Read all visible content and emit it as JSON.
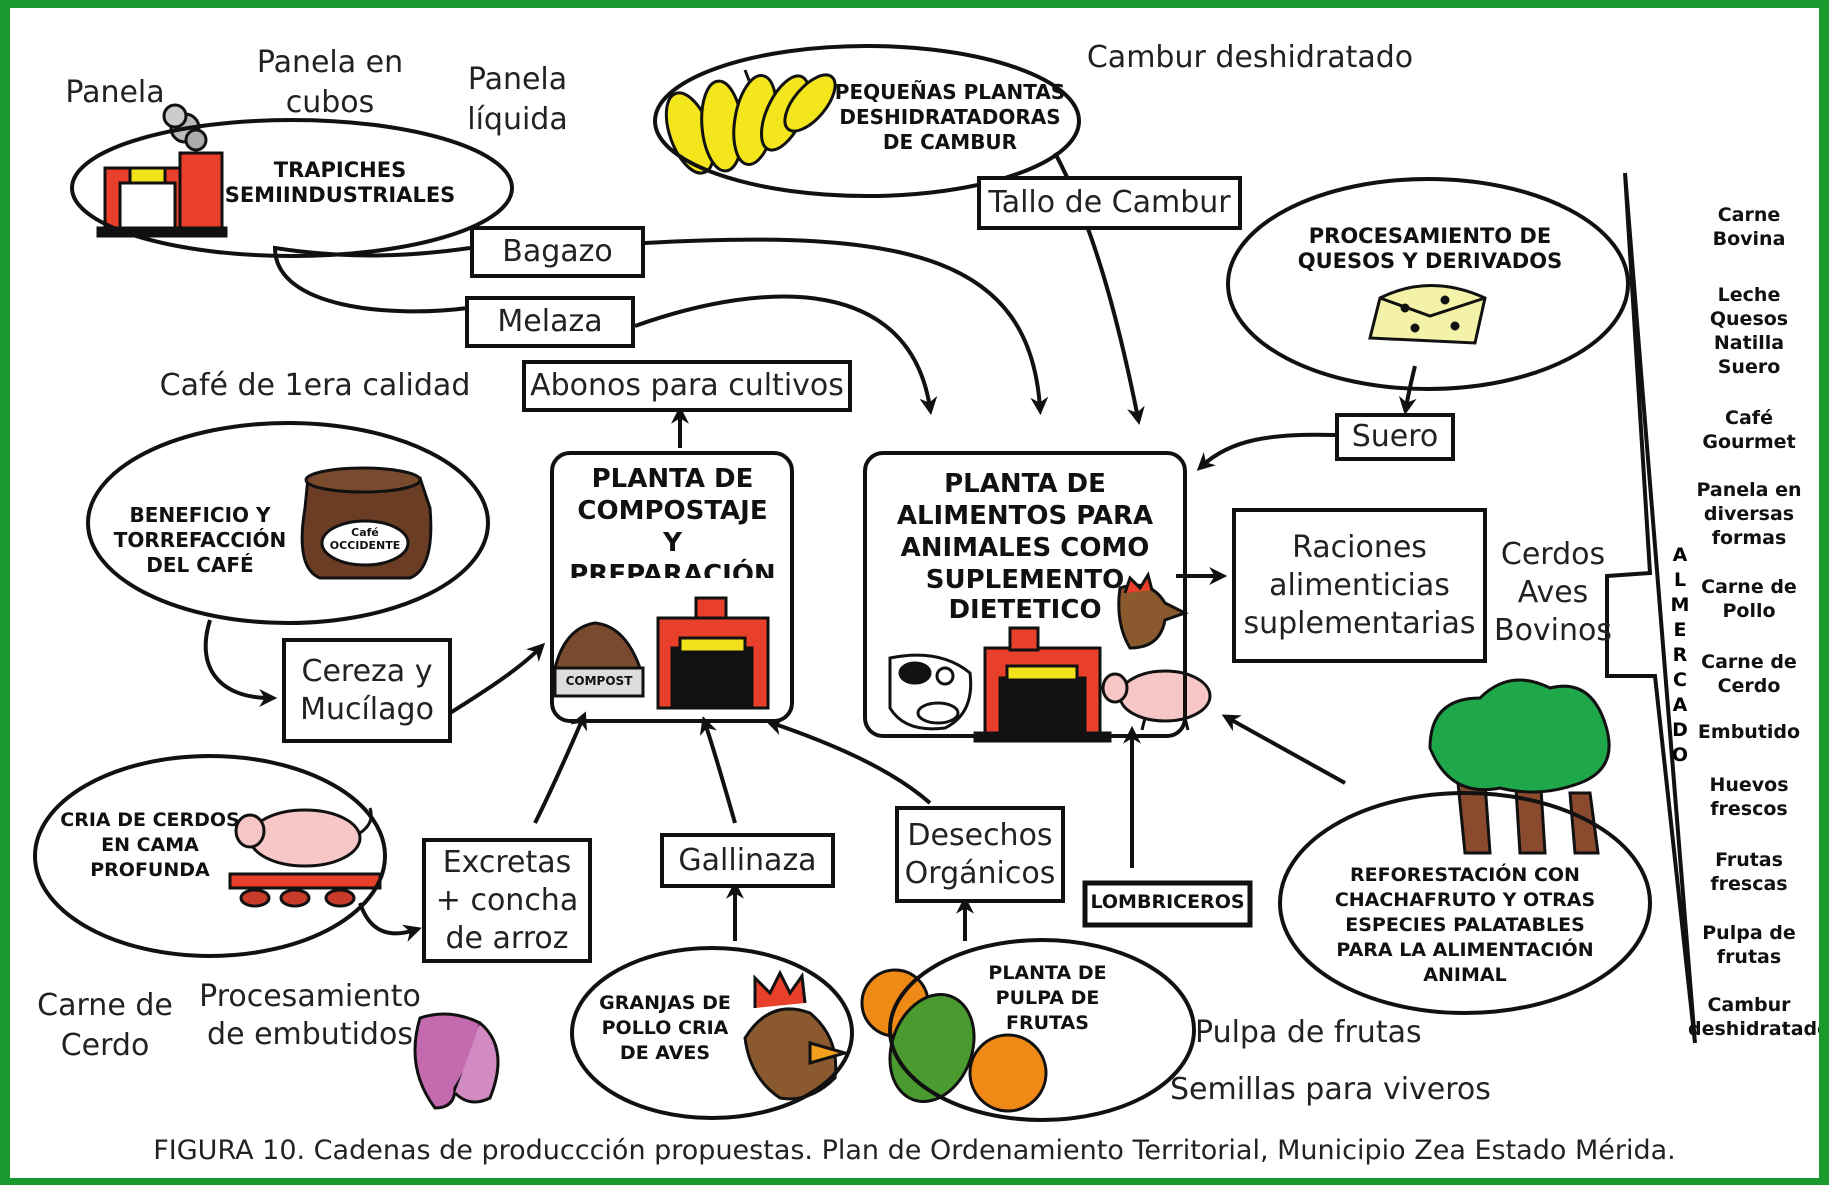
{
  "nodes": {
    "trapiches": "TRAPICHES SEMIINDUSTRIALES",
    "deshidratadoras": "PEQUEÑAS PLANTAS DESHIDRATADORAS DE CAMBUR",
    "quesos": "PROCESAMIENTO DE QUESOS Y DERIVADOS",
    "beneficio": "BENEFICIO Y TORREFACCIÓN DEL CAFÉ",
    "compostaje": "PLANTA DE COMPOSTAJE Y PREPARACIÓN DE ABONO",
    "alimentos_top": "PLANTA DE ALIMENTOS PARA ANIMALES COMO",
    "alimentos_mid": "SUPLEMENTO",
    "alimentos_bot": "DIETETICO",
    "cerdos_cama": "CRIA DE CERDOS EN CAMA PROFUNDA",
    "granjas": "GRANJAS DE POLLO CRIA DE AVES",
    "pulpa_planta": "PLANTA DE PULPA DE FRUTAS",
    "reforestacion": "REFORESTACIÓN CON CHACHAFRUTO Y OTRAS ESPECIES PALATABLES PARA LA ALIMENTACIÓN ANIMAL",
    "lombriceros": "LOMBRICEROS"
  },
  "boxes": {
    "bagazo": "Bagazo",
    "melaza": "Melaza",
    "tallo": "Tallo de Cambur",
    "abonos": "Abonos para cultivos",
    "suero": "Suero",
    "raciones": "Raciones alimenticias suplementarias",
    "cereza": "Cereza y Mucílago",
    "excretas": "Excretas + concha de arroz",
    "gallinaza": "Gallinaza",
    "desechos": "Desechos Orgánicos"
  },
  "products": {
    "panela": "Panela",
    "panela_cubos": "Panela en cubos",
    "panela_liquida": "Panela líquida",
    "cambur_desh": "Cambur deshidratado",
    "cafe_1era": "Café de 1era calidad",
    "cerdos_aves": "Cerdos Aves Bovinos",
    "carne_cerdo": "Carne de Cerdo",
    "embutidos_proc": "Procesamiento de embutidos",
    "pulpa_frutas": "Pulpa de frutas",
    "semillas": "Semillas para viveros"
  },
  "markers": {
    "cafe_bag": "Café OCCIDENTE",
    "compost": "COMPOST"
  },
  "market": {
    "label": "AL MERCADO",
    "items": [
      "Carne Bovina",
      "Leche Quesos Natilla Suero",
      "Café Gourmet",
      "Panela en diversas formas",
      "Carne de Pollo",
      "Carne de Cerdo",
      "Embutido",
      "Huevos frescos",
      "Frutas frescas",
      "Pulpa de frutas",
      "Cambur deshidratado"
    ]
  },
  "caption": "FIGURA 10. Cadenas de produccción propuestas. Plan de Ordenamiento Territorial, Municipio Zea  Estado Mérida.",
  "colors": {
    "border": "#1a9a2e",
    "ink": "#111111",
    "factory_red": "#e8402a",
    "factory_yellow": "#f2e21b",
    "banana": "#f4e61c",
    "orange": "#f08a16",
    "pig": "#f7c6c6",
    "tree": "#1fa84a"
  }
}
